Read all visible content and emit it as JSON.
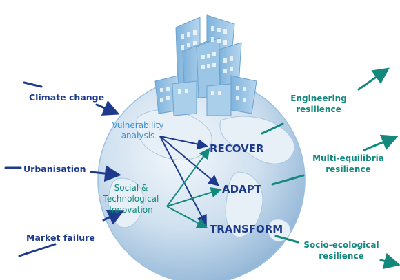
{
  "drivers": {
    "climate_change": "Climate change",
    "urbanisation": "Urbanisation",
    "market_failure": "Market failure"
  },
  "inputs": {
    "vulnerability_line1": "Vulnerability",
    "vulnerability_line2": "analysis",
    "innovation_line1": "Social &",
    "innovation_line2": "Technological",
    "innovation_line3": "Innovation"
  },
  "actions": {
    "recover": "RECOVER",
    "adapt": "ADAPT",
    "transform": "TRANSFORM"
  },
  "outcomes": {
    "engineering_line1": "Engineering",
    "engineering_line2": "resilience",
    "multi_line1": "Multi-equilibria",
    "multi_line2": "resilience",
    "socio_line1": "Socio-ecological",
    "socio_line2": "resilience"
  },
  "colors": {
    "navy": "#1e3a8c",
    "teal": "#13897e",
    "light_blue": "#3b8fd0"
  }
}
